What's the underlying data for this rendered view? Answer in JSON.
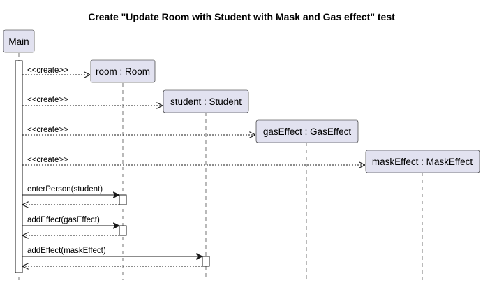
{
  "title": "Create \"Update Room with Student with Mask and Gas effect\" test",
  "participants": {
    "main": "Main",
    "room": "room : Room",
    "student": "student : Student",
    "gas": "gasEffect : GasEffect",
    "mask": "maskEffect : MaskEffect"
  },
  "messages": {
    "create_room": "<<create>>",
    "create_student": "<<create>>",
    "create_gas": "<<create>>",
    "create_mask": "<<create>>",
    "enter_person": "enterPerson(student)",
    "add_gas": "addEffect(gasEffect)",
    "add_mask": "addEffect(maskEffect)"
  }
}
